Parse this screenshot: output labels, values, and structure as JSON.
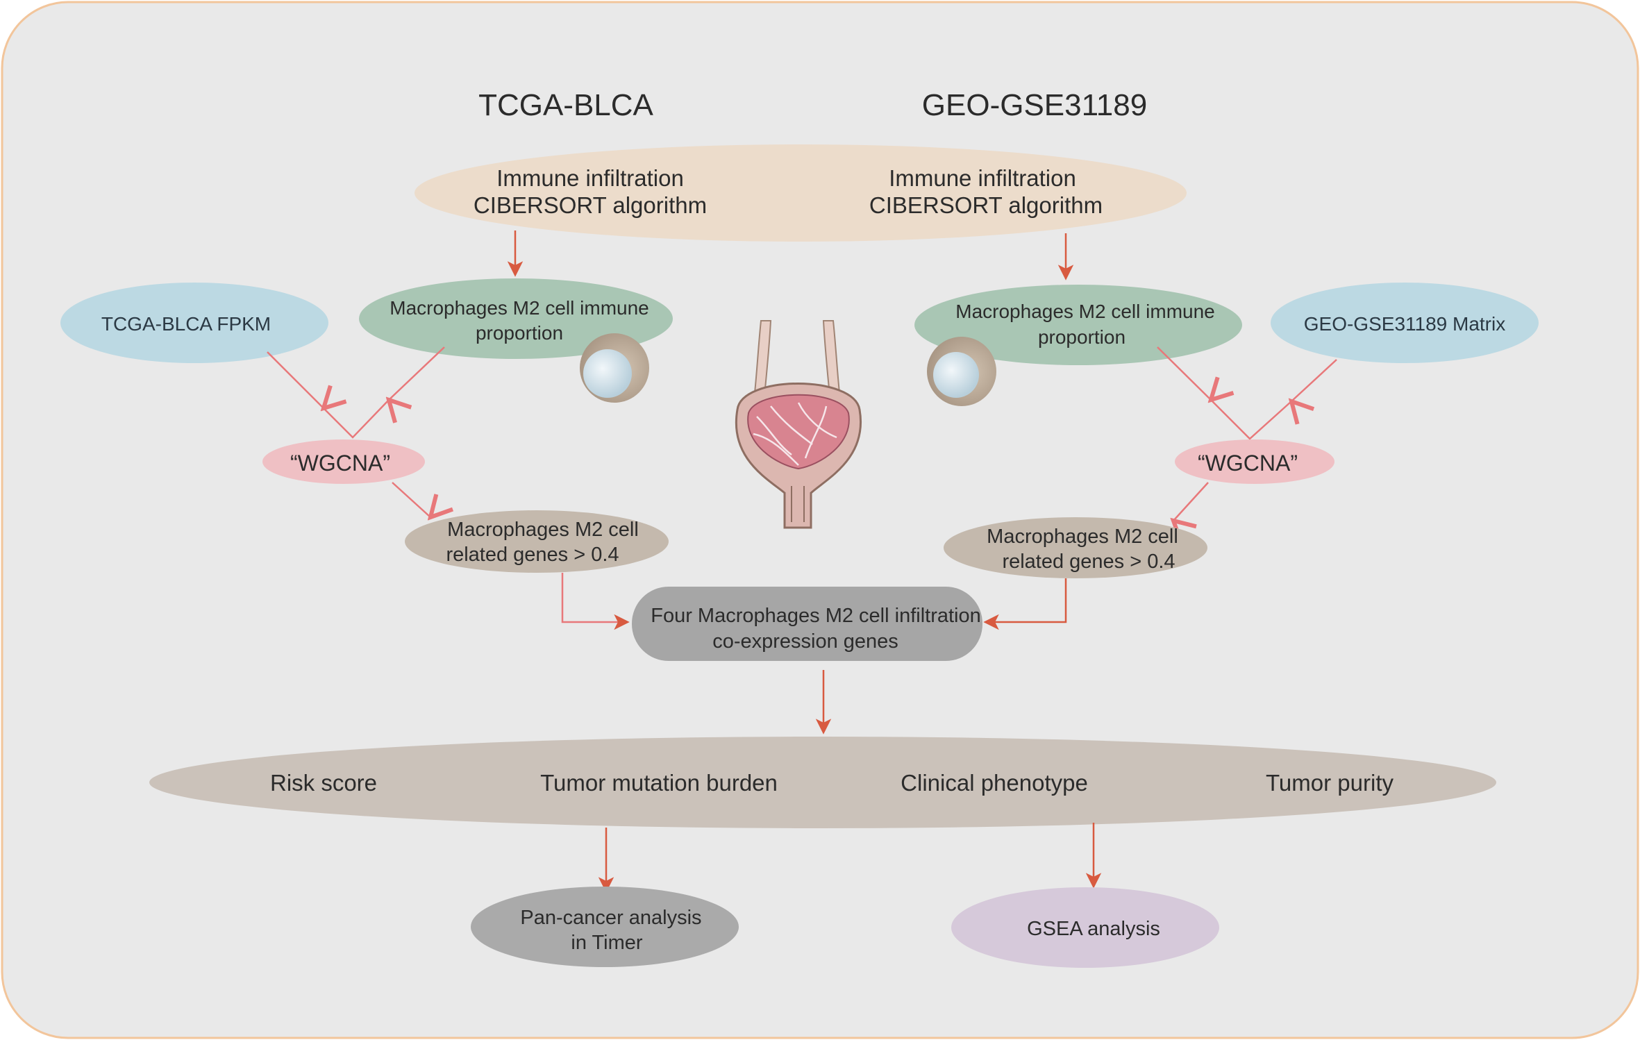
{
  "datasets": {
    "left_title": "TCGA-BLCA",
    "right_title": "GEO-GSE31189"
  },
  "immune": {
    "left_line1": "Immune infiltration",
    "left_line2": "CIBERSORT algorithm",
    "right_line1": "Immune infiltration",
    "right_line2": "CIBERSORT algorithm"
  },
  "inputs": {
    "left": "TCGA-BLCA FPKM",
    "right": "GEO-GSE31189 Matrix"
  },
  "macrophage_prop": {
    "left_line1": "Macrophages M2 cell immune",
    "left_line2": "proportion",
    "right_line1": "Macrophages M2 cell immune",
    "right_line2": "proportion"
  },
  "wgcna": {
    "left": "“WGCNA”",
    "right": "“WGCNA”"
  },
  "related_genes": {
    "left_line1": "Macrophages M2 cell",
    "left_line2": "related genes > 0.4",
    "right_line1": "Macrophages M2 cell",
    "right_line2": "related genes > 0.4"
  },
  "coexpression": {
    "line1": "Four Macrophages M2 cell infiltration",
    "line2": "co-expression genes"
  },
  "analyses": [
    "Risk score",
    "Tumor mutation burden",
    "Clinical phenotype",
    "Tumor purity"
  ],
  "outputs": {
    "pan_line1": "Pan-cancer analysis",
    "pan_line2": "in Timer",
    "gsea": "GSEA analysis"
  },
  "colors": {
    "background": "#e9e9e9",
    "frame_border": "#f2c59b",
    "immune_fill": "#ecdccb",
    "input_fill": "#bcd9e3",
    "macrophage_fill": "#a9c6b4",
    "wgcna_fill": "#efc0c4",
    "related_fill": "#c4b9ad",
    "coexpression_fill": "#a6a6a6",
    "analysis_fill": "#cbc2ba",
    "pan_fill": "#aaaaaa",
    "gsea_fill": "#d6c9da",
    "arrow": "#d85a40"
  },
  "icons": [
    "cell-icon",
    "bladder-icon"
  ]
}
